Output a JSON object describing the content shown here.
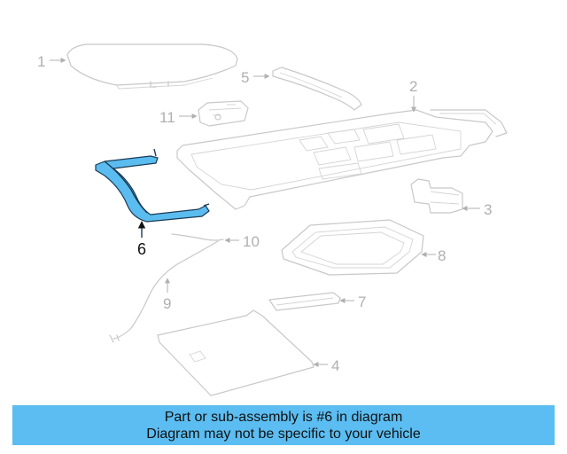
{
  "callouts": {
    "c1": "1",
    "c2": "2",
    "c3": "3",
    "c4": "4",
    "c5": "5",
    "c6": "6",
    "c7": "7",
    "c8": "8",
    "c9": "9",
    "c10": "10",
    "c11": "11"
  },
  "highlight_color": "#5bbcf0",
  "banner": {
    "line1": "Part or sub-assembly is #6 in diagram",
    "line2": "Diagram may not be specific to your vehicle",
    "color": "#5bbdf1"
  }
}
